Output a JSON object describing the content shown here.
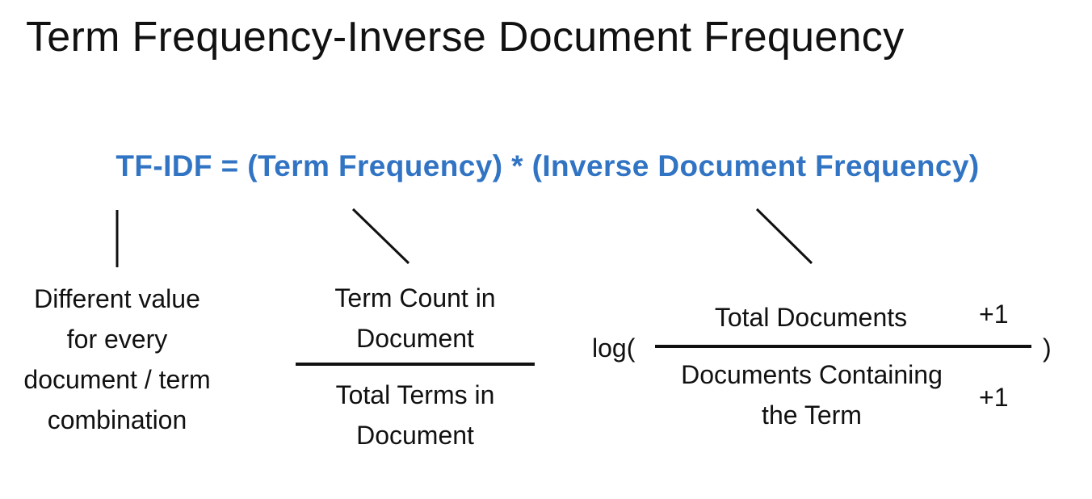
{
  "title": "Term Frequency-Inverse Document Frequency",
  "formula": "TF-IDF = (Term Frequency) * (Inverse Document Frequency)",
  "tfidf_note": {
    "lines": [
      "Different value",
      "for every",
      "document / term",
      "combination"
    ]
  },
  "tf": {
    "numerator": [
      "Term Count in",
      "Document"
    ],
    "denominator": [
      "Total Terms in",
      "Document"
    ]
  },
  "idf": {
    "log_open": "log(",
    "log_close": ")",
    "numerator": "Total Documents",
    "numerator_plus": "+1",
    "denominator": [
      "Documents Containing",
      "the Term"
    ],
    "denominator_plus": "+1"
  },
  "colors": {
    "formula": "#3174c4",
    "text": "#111111"
  }
}
